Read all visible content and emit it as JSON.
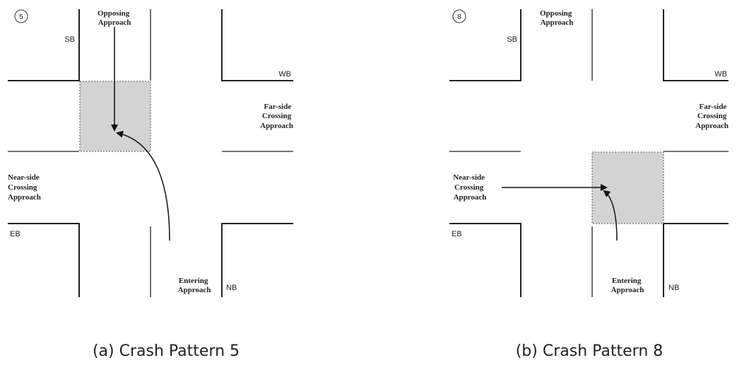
{
  "panels": [
    {
      "id": "a",
      "pattern_number": "5",
      "labels": {
        "opposing": [
          "Opposing",
          "Approach"
        ],
        "far_side": [
          "Far-side",
          "Crossing",
          "Approach"
        ],
        "near_side": [
          "Near-side",
          "Crossing",
          "Approach"
        ],
        "entering": [
          "Entering",
          "Approach"
        ],
        "sb": "SB",
        "wb": "WB",
        "eb": "EB",
        "nb": "NB"
      },
      "caption": "(a) Crash Pattern 5"
    },
    {
      "id": "b",
      "pattern_number": "8",
      "labels": {
        "opposing": [
          "Opposing",
          "Approach"
        ],
        "far_side": [
          "Far-side",
          "Crossing",
          "Approach"
        ],
        "near_side": [
          "Near-side",
          "Crossing",
          "Approach"
        ],
        "entering": [
          "Entering",
          "Approach"
        ],
        "sb": "SB",
        "wb": "WB",
        "eb": "EB",
        "nb": "NB"
      },
      "caption": "(b) Crash Pattern 8"
    }
  ]
}
